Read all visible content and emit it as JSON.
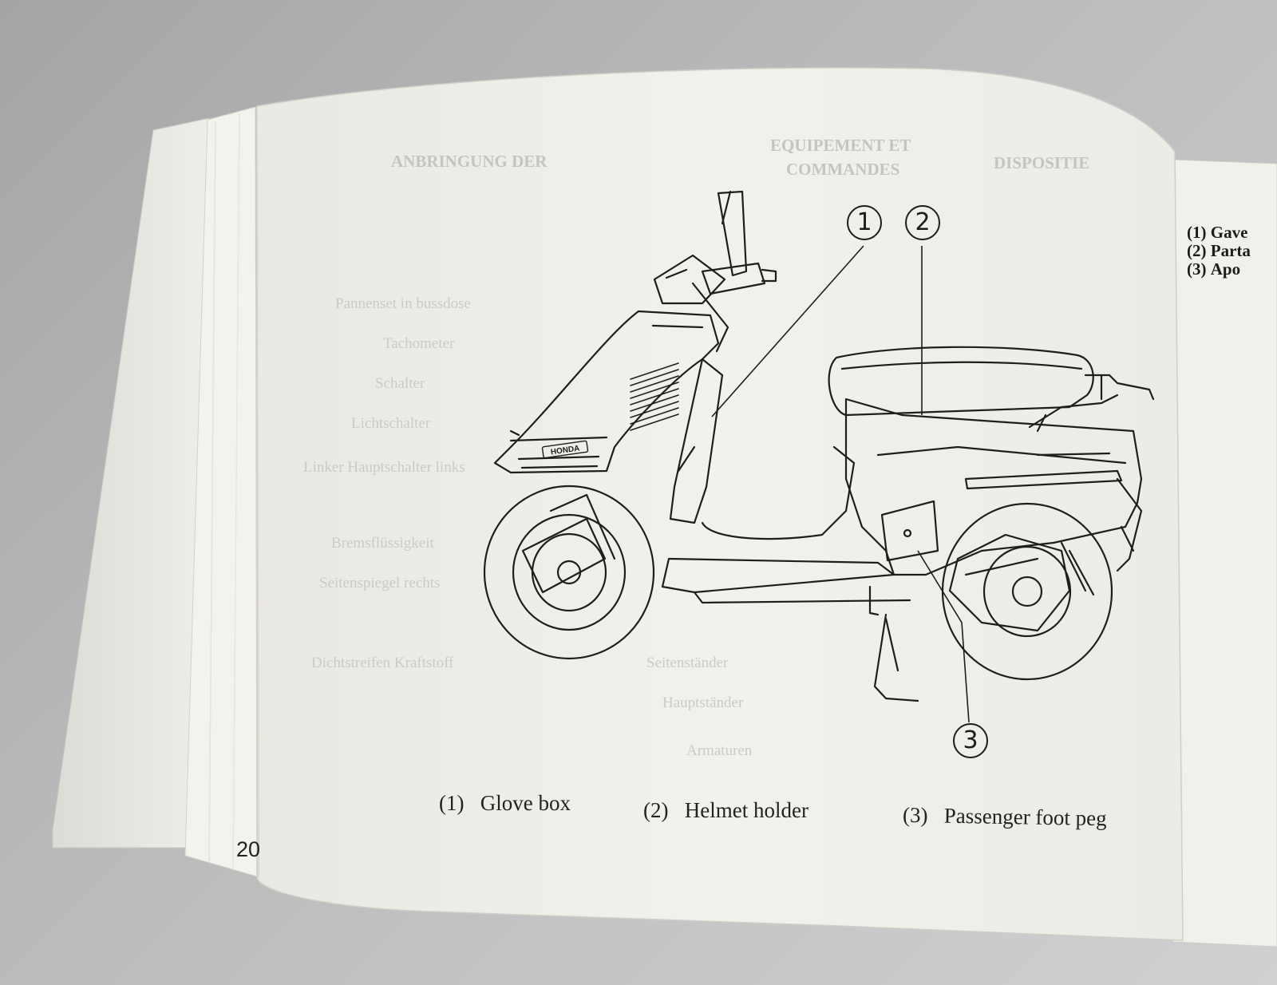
{
  "page": {
    "page_number": "20",
    "captions": [
      {
        "num": "(1)",
        "text": "Glove box"
      },
      {
        "num": "(2)",
        "text": "Helmet holder"
      },
      {
        "num": "(3)",
        "text": "Passenger foot peg"
      }
    ],
    "callouts": [
      "1",
      "2",
      "3"
    ],
    "brand_on_scooter": "HONDA"
  },
  "next_page": {
    "items": [
      {
        "num": "(1)",
        "text": "Gave"
      },
      {
        "num": "(2)",
        "text": "Parta"
      },
      {
        "num": "(3)",
        "text": "Apo"
      }
    ]
  },
  "colors": {
    "background": "#b9bbbb",
    "paper": "#efeee7",
    "ink": "#1e1e1e"
  }
}
